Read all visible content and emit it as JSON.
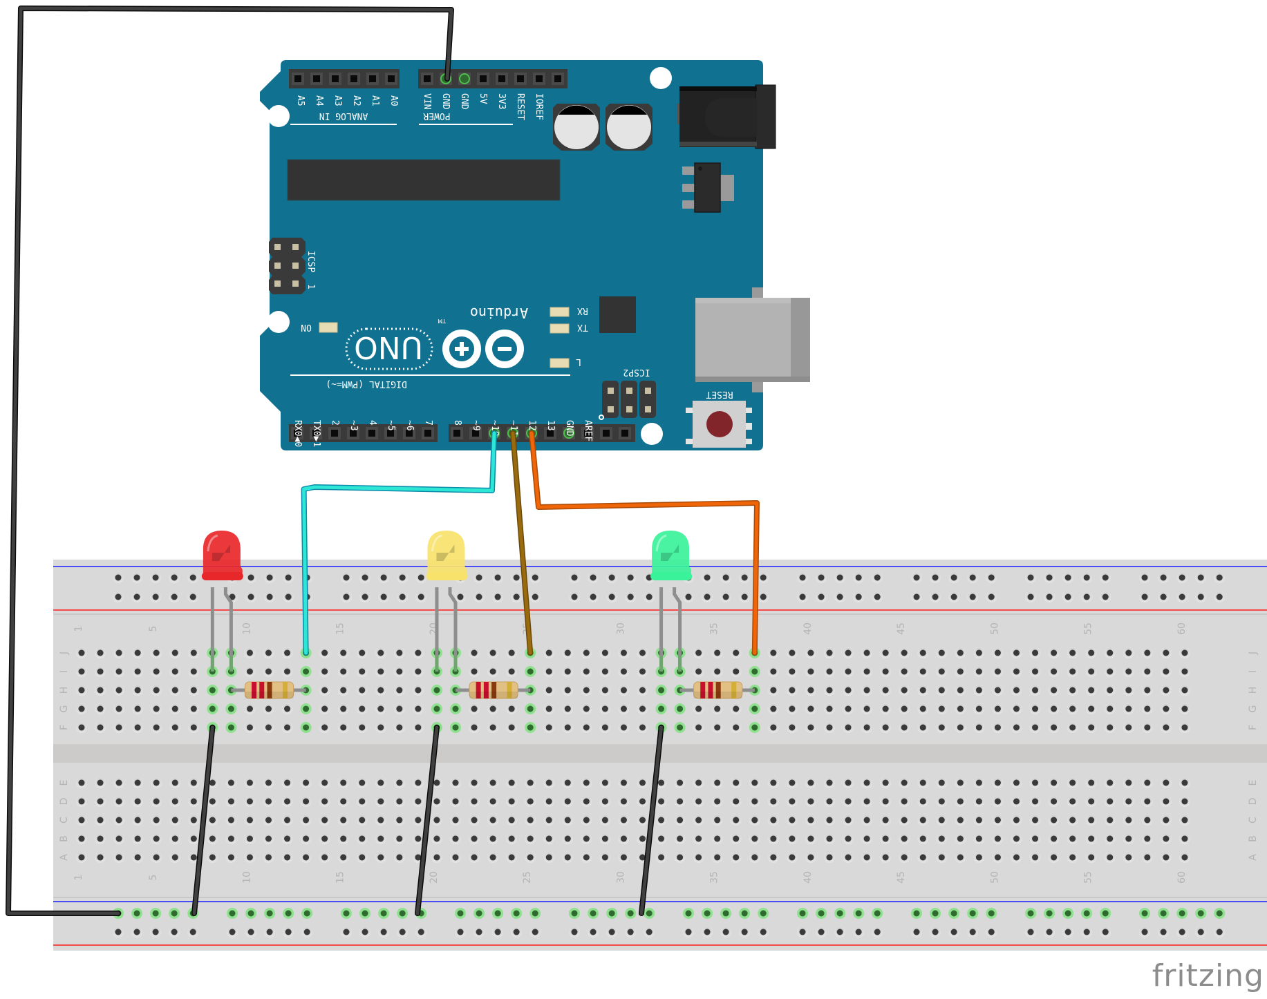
{
  "app": {
    "watermark": "fritzing"
  },
  "arduino": {
    "model_label": "UNO",
    "brand_label": "Arduino",
    "trademark": "TM",
    "board_color": "#107190",
    "analog_header": {
      "title": "ANALOG IN",
      "pins": [
        "A5",
        "A4",
        "A3",
        "A2",
        "A1",
        "A0"
      ]
    },
    "power_header": {
      "title": "POWER",
      "pins": [
        "VIN",
        "GND",
        "GND",
        "5V",
        "3V3",
        "RESET",
        "IOREF",
        ""
      ]
    },
    "digital_header": {
      "title": "DIGITAL (PWM=~)",
      "pins_low": [
        "RX0◀0",
        "TX0▶1",
        "2",
        "~3",
        "4",
        "~5",
        "~6",
        "7"
      ],
      "pins_high": [
        "8",
        "~9",
        "~10",
        "~11",
        "12",
        "13",
        "GND",
        "AREF",
        "",
        ""
      ]
    },
    "leds": {
      "on": "ON",
      "rx": "RX",
      "tx": "TX",
      "l": "L"
    },
    "icsp_label": "ICSP",
    "icsp2_label": "ICSP2",
    "icsp_pin1": "1",
    "reset_label": "RESET"
  },
  "breadboard": {
    "columns": 60,
    "top_rows": [
      "J",
      "I",
      "H",
      "G",
      "F"
    ],
    "bottom_rows": [
      "E",
      "D",
      "C",
      "B",
      "A"
    ],
    "column_labels": [
      "1",
      "5",
      "10",
      "15",
      "20",
      "25",
      "30",
      "35",
      "40",
      "45",
      "50",
      "55",
      "60"
    ],
    "rail_colors": {
      "negative": "#1a1aff",
      "positive": "#ff1a1a"
    }
  },
  "components": {
    "leds": [
      {
        "name": "red-led",
        "color": "#e8272a",
        "anode_col": 9,
        "cathode_col": 8
      },
      {
        "name": "yellow-led",
        "color": "#f7e26b",
        "anode_col": 21,
        "cathode_col": 20
      },
      {
        "name": "green-led",
        "color": "#3af29a",
        "anode_col": 33,
        "cathode_col": 32
      }
    ],
    "resistors": [
      {
        "name": "resistor-1",
        "from_col": 9,
        "to_col": 13,
        "bands": [
          "#c8102e",
          "#c8102e",
          "#8b3a0f",
          "#d4af37"
        ]
      },
      {
        "name": "resistor-2",
        "from_col": 21,
        "to_col": 25,
        "bands": [
          "#c8102e",
          "#c8102e",
          "#8b3a0f",
          "#d4af37"
        ]
      },
      {
        "name": "resistor-3",
        "from_col": 33,
        "to_col": 37,
        "bands": [
          "#c8102e",
          "#c8102e",
          "#8b3a0f",
          "#d4af37"
        ]
      }
    ],
    "wires": [
      {
        "name": "wire-pin10-cyan",
        "color": "#2ee6d6",
        "from": "D10",
        "to_col": 13
      },
      {
        "name": "wire-pin11-brown",
        "color": "#9a6a0e",
        "from": "D11",
        "to_col": 25
      },
      {
        "name": "wire-pin12-orange",
        "color": "#ef6508",
        "from": "D12",
        "to_col": 37
      },
      {
        "name": "wire-gnd-black",
        "color": "#404040",
        "from": "GND",
        "to": "bottom-rail"
      },
      {
        "name": "wire-ground-led1",
        "color": "#404040",
        "from_col": 8,
        "to": "bottom-rail"
      },
      {
        "name": "wire-ground-led2",
        "color": "#404040",
        "from_col": 20,
        "to": "bottom-rail"
      },
      {
        "name": "wire-ground-led3",
        "color": "#404040",
        "from_col": 32,
        "to": "bottom-rail"
      }
    ]
  }
}
